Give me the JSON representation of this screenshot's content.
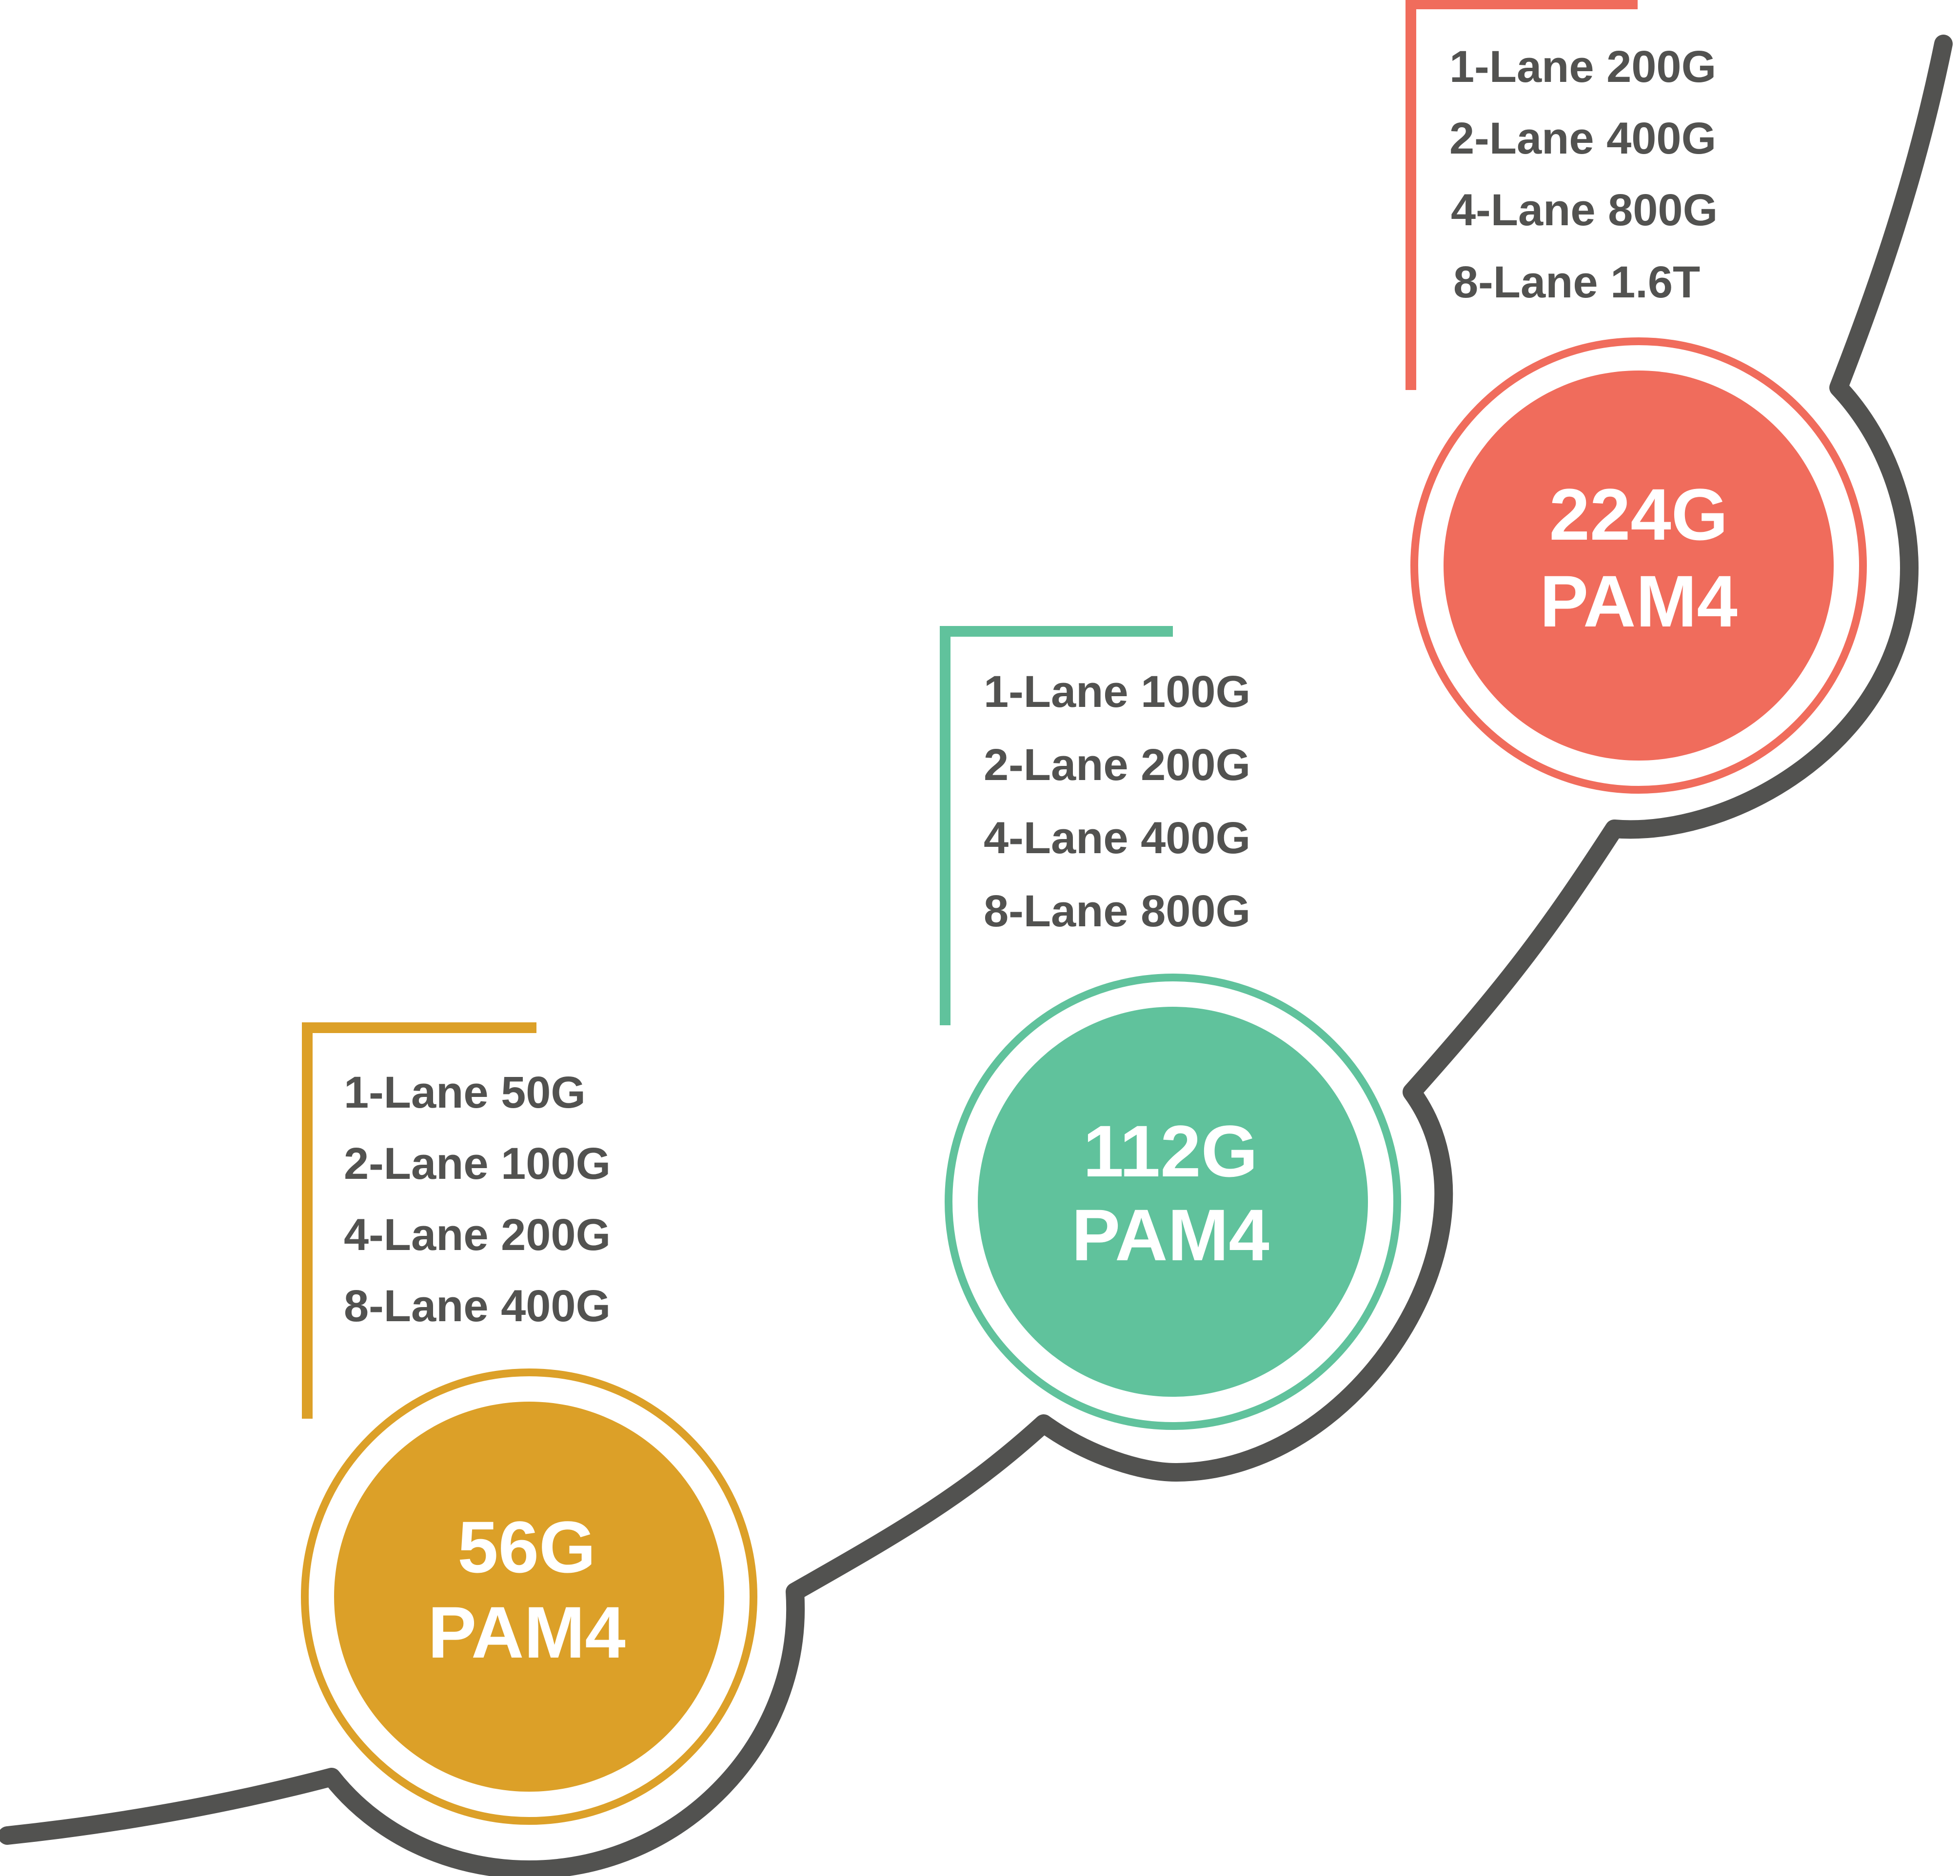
{
  "diagram": {
    "type": "roadmap",
    "path_color": "#525250",
    "text_color": "#525250",
    "stages": [
      {
        "id": "56g",
        "rate": "56G",
        "modulation": "PAM4",
        "color": "#DCA028",
        "lanes": [
          "1-Lane 50G",
          "2-Lane 100G",
          "4-Lane 200G",
          "8-Lane 400G"
        ]
      },
      {
        "id": "112g",
        "rate": "112G",
        "modulation": "PAM4",
        "color": "#60C29C",
        "lanes": [
          "1-Lane 100G",
          "2-Lane 200G",
          "4-Lane 400G",
          "8-Lane 800G"
        ]
      },
      {
        "id": "224g",
        "rate": "224G",
        "modulation": "PAM4",
        "color": "#F06C5C",
        "lanes": [
          "1-Lane 200G",
          "2-Lane 400G",
          "4-Lane 800G",
          "8-Lane 1.6T"
        ]
      }
    ]
  }
}
